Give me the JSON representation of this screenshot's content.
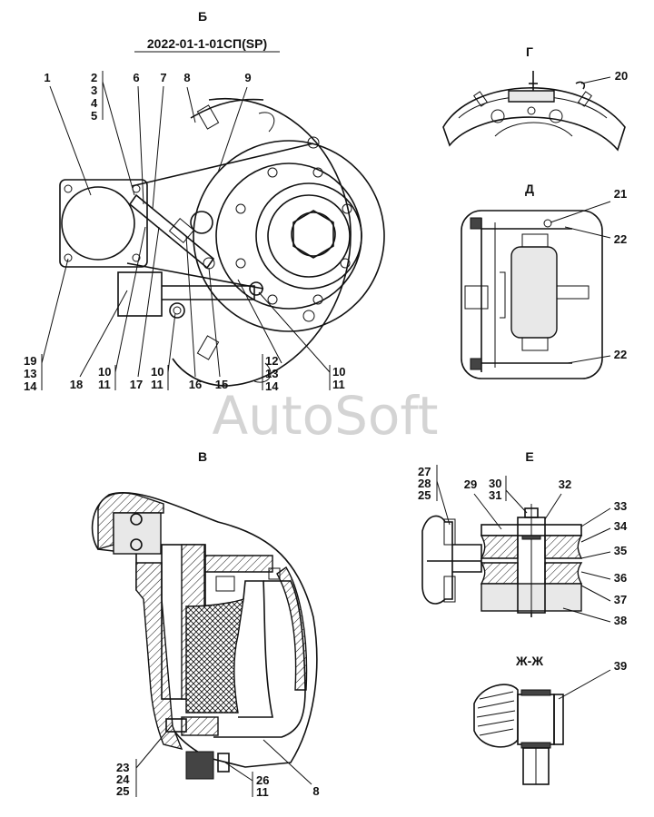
{
  "sheet_code": "2022-01-1-01СП(SP)",
  "watermark": "AutoSoft",
  "views": [
    {
      "id": "b",
      "title": "Б"
    },
    {
      "id": "v",
      "title": "В"
    },
    {
      "id": "g",
      "title": "Г"
    },
    {
      "id": "d",
      "title": "Д"
    },
    {
      "id": "e",
      "title": "Е"
    },
    {
      "id": "zh",
      "title": "Ж-Ж"
    }
  ],
  "callouts": {
    "b_top": [
      "1",
      "6",
      "7",
      "8",
      "9"
    ],
    "b_top_stack": [
      "2",
      "3",
      "4",
      "5"
    ],
    "b_bottom_left_stack": [
      "19",
      "13",
      "14"
    ],
    "b_bottom": [
      "18",
      "17",
      "16",
      "15"
    ],
    "b_bottom_pair1": [
      "10",
      "11"
    ],
    "b_bottom_pair2": [
      "10",
      "11"
    ],
    "b_bottom_stack_right": [
      "12",
      "13",
      "14"
    ],
    "b_bottom_pair3": [
      "10",
      "11"
    ],
    "v_items": [
      "20"
    ],
    "g_items": [
      "21",
      "22",
      "22"
    ],
    "d_stack_left": [
      "23",
      "24",
      "25"
    ],
    "d_stack_right": [
      "26",
      "11"
    ],
    "d_items": [
      "8"
    ],
    "e_stack1": [
      "27",
      "28",
      "25"
    ],
    "e_item29": "29",
    "e_stack2": [
      "30",
      "31"
    ],
    "e_right": [
      "32",
      "33",
      "34",
      "35",
      "36",
      "37",
      "38"
    ],
    "zh_items": [
      "39"
    ]
  }
}
